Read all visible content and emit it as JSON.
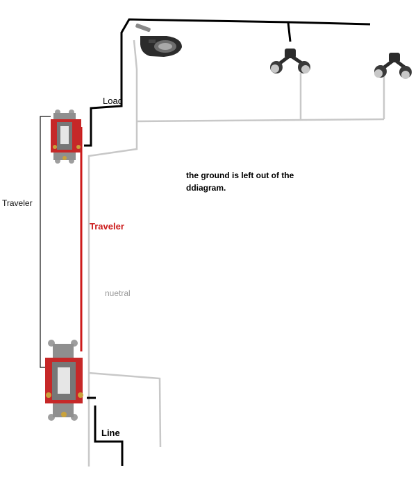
{
  "labels": {
    "load": "Load",
    "traveler_left": "Traveler",
    "traveler_red": "Traveler",
    "neutral": "nuetral",
    "line": "Line"
  },
  "note": {
    "line1": "the ground is left out of the",
    "line2": "ddiagram."
  },
  "colors": {
    "hot_wire": "#000000",
    "traveler_wire": "#cc1a1a",
    "neutral_wire": "#c8c8c8",
    "switch_body": "#c62828",
    "fixture_body": "#2b2b2b"
  },
  "icons": [
    "motion-sensor-icon",
    "floodlight-icon",
    "three-way-switch-icon"
  ]
}
